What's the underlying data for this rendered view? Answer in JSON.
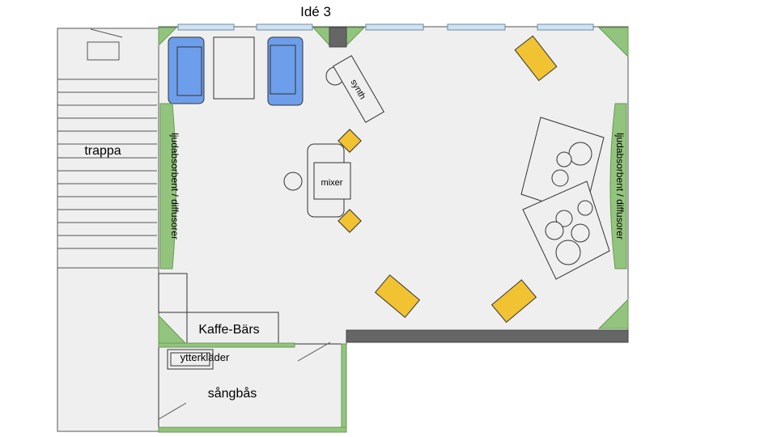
{
  "title": "Idé 3",
  "labels": {
    "stairs": "trappa",
    "absorber_left": "ljudabsorbent / diffusorer",
    "absorber_right": "ljudabsorbent / diffusorer",
    "synth": "synth",
    "mixer": "mixer",
    "coffee_bar": "Kaffe-Bärs",
    "coat_rack": "ytterkläder",
    "vocal_booth": "sångbås"
  },
  "colors": {
    "floor": "#efefef",
    "absorber": "#93c47d",
    "sofa": "#6d9eeb",
    "speaker": "#f1c232",
    "wall": "#666666",
    "window": "#cfe2f3",
    "outline": "#000000"
  }
}
